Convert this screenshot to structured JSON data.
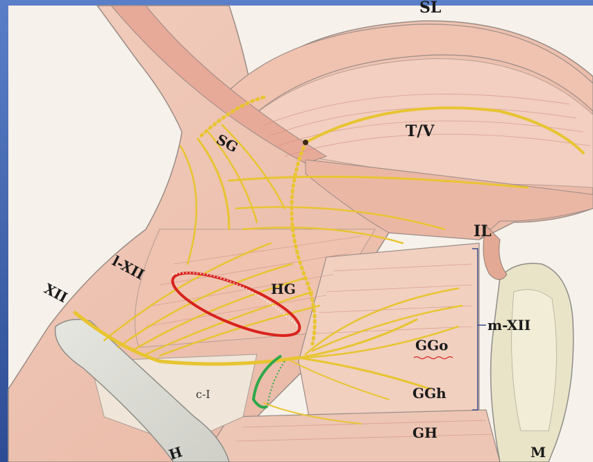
{
  "labels": {
    "sl": "SL",
    "tv": "T/V",
    "sg": "SG",
    "il": "IL",
    "lxii": "l-XII",
    "hg": "HG",
    "xii": "XII",
    "mxii": "m-XII",
    "ggo": "GGo",
    "ggh": "GGh",
    "ci": "c-I",
    "gh": "GH",
    "h": "H",
    "m": "M"
  },
  "colors": {
    "background": "#3a5fa8",
    "muscle": "#eec4b0",
    "muscle_dark": "#d98f80",
    "nerve": "#e8c431",
    "bone": "#dcdcd6",
    "red_marker": "#d8231e",
    "green_marker": "#2ea84a"
  }
}
